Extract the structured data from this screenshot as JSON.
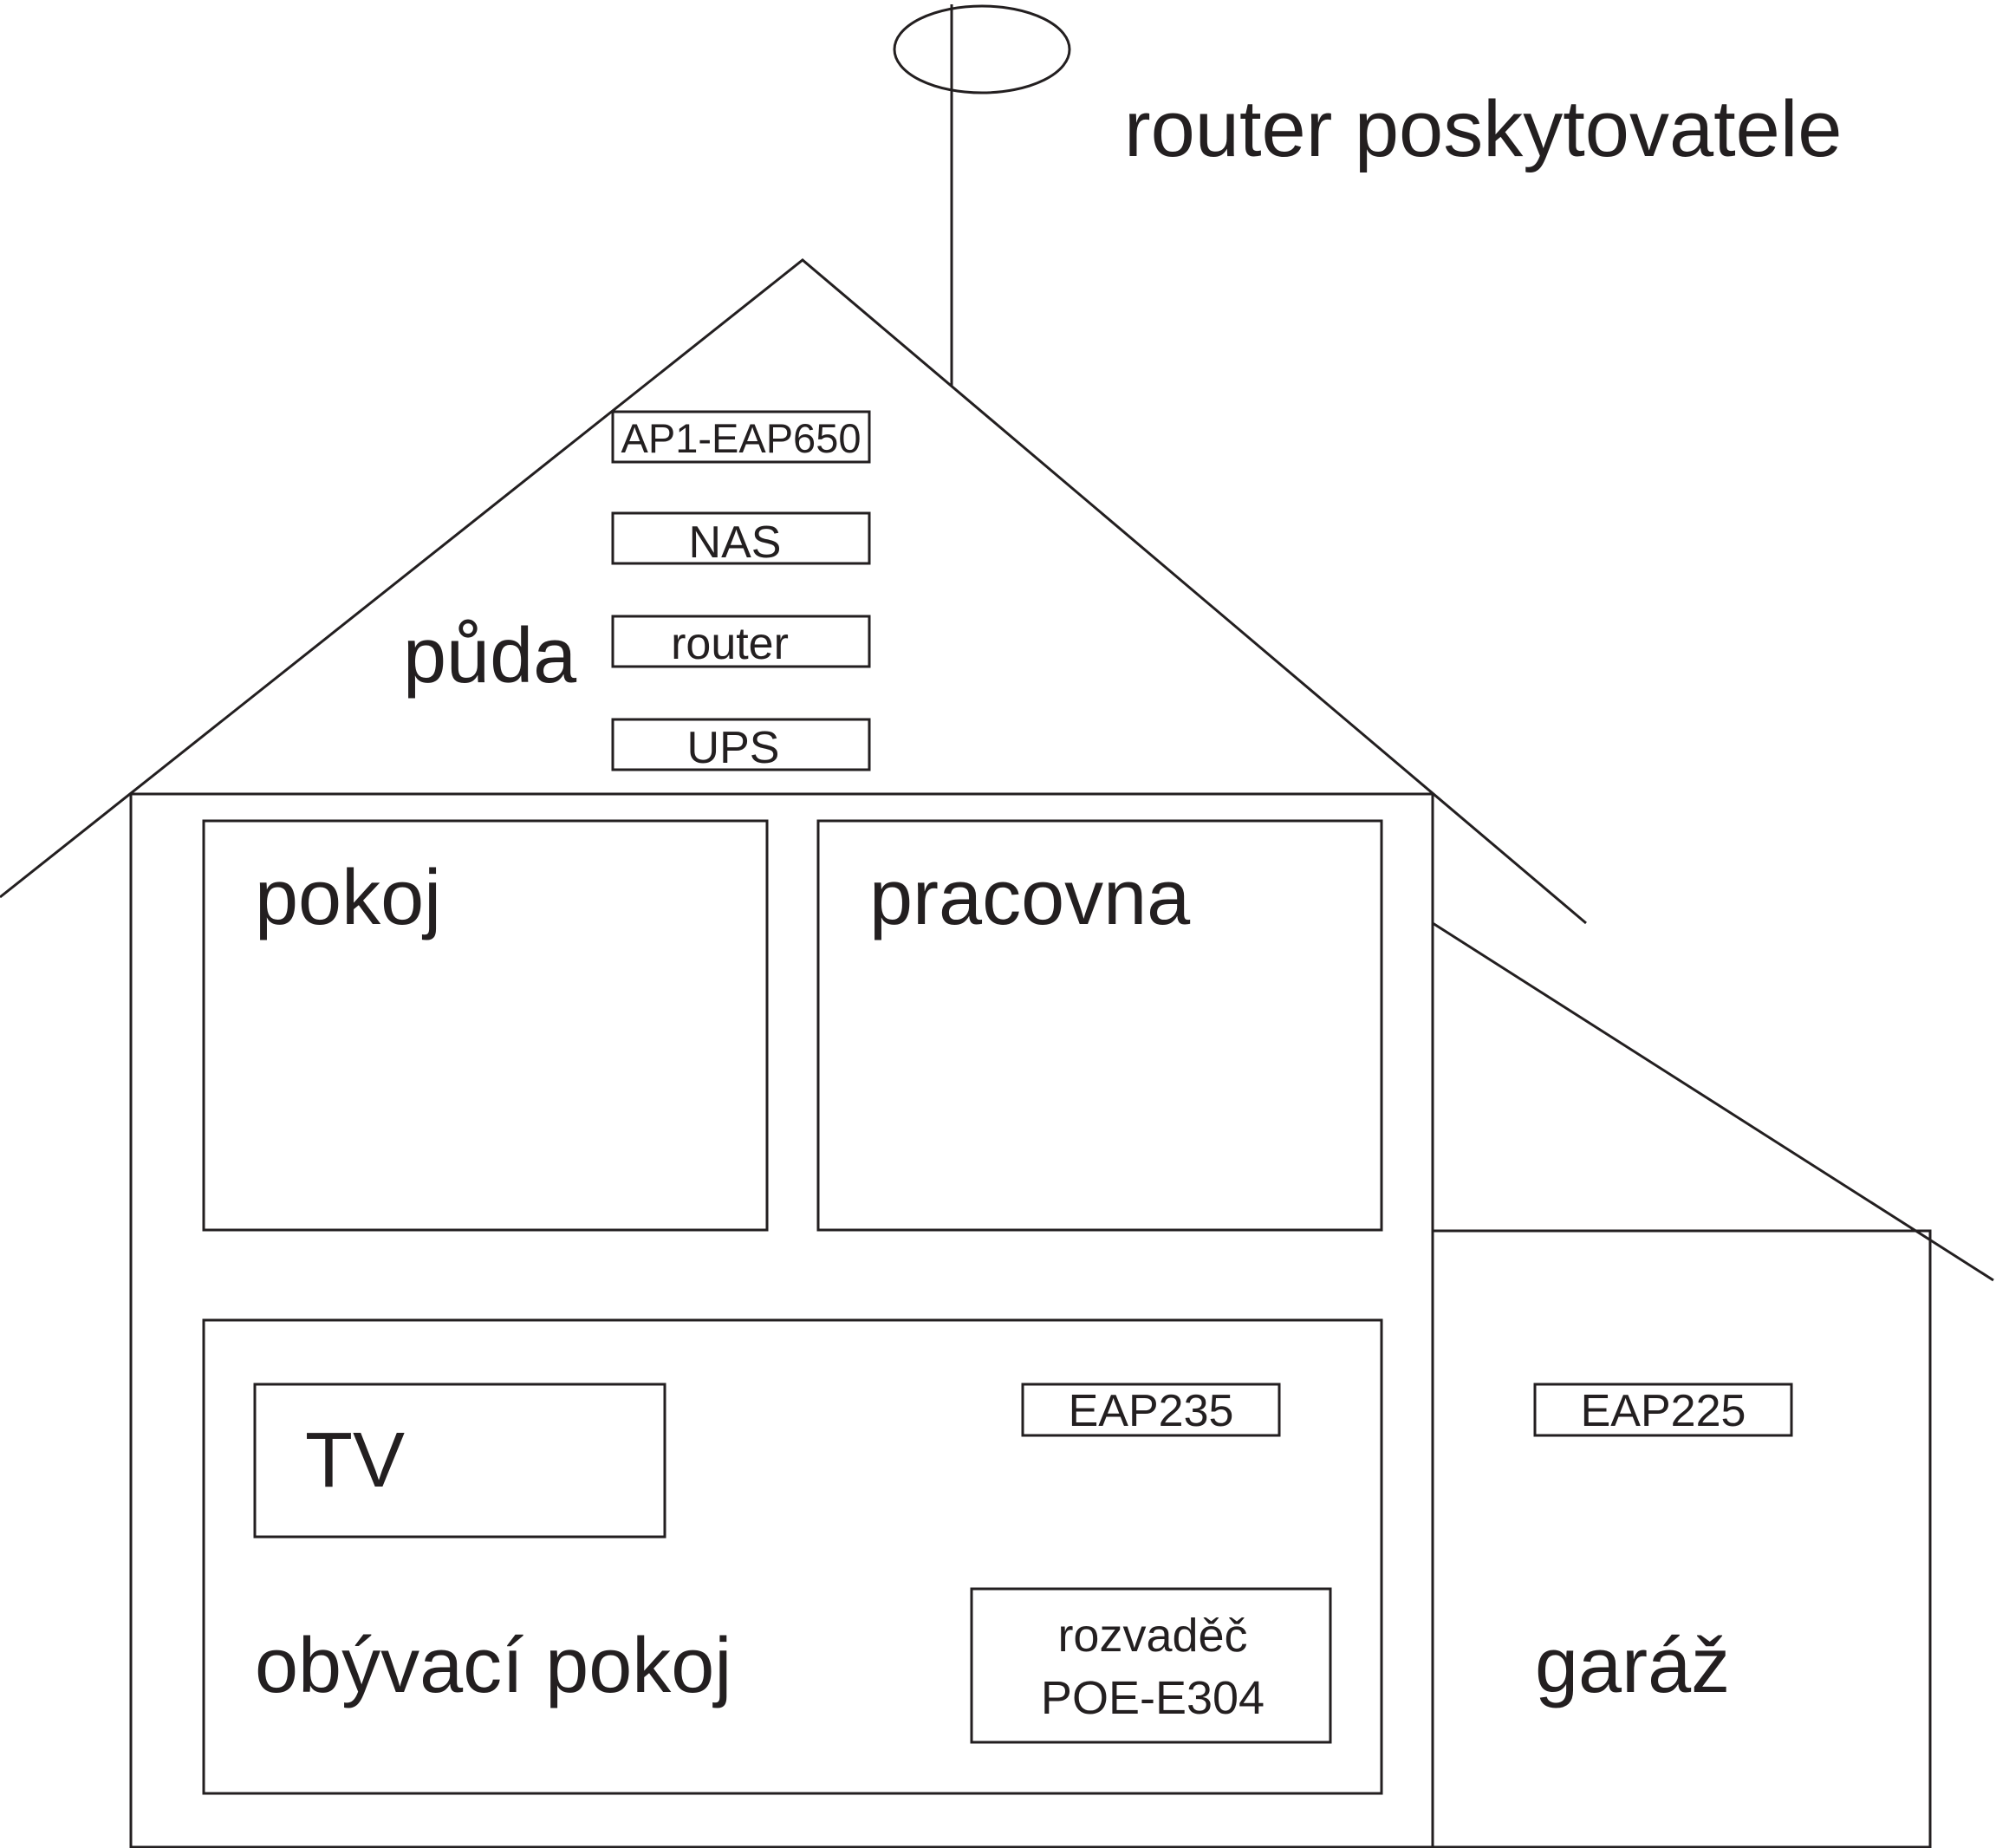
{
  "labels": {
    "provider_router": "router poskytovatele",
    "attic": "půda",
    "room": "pokoj",
    "study": "pracovna",
    "living_room": "obývací pokoj",
    "garage": "garáž"
  },
  "devices": {
    "ap1": "AP1-EAP650",
    "nas": "NAS",
    "router": "router",
    "ups": "UPS",
    "tv": "TV",
    "eap235": "EAP235",
    "eap225": "EAP225",
    "panel_line1": "rozvaděč",
    "panel_line2": "POE-E304"
  }
}
